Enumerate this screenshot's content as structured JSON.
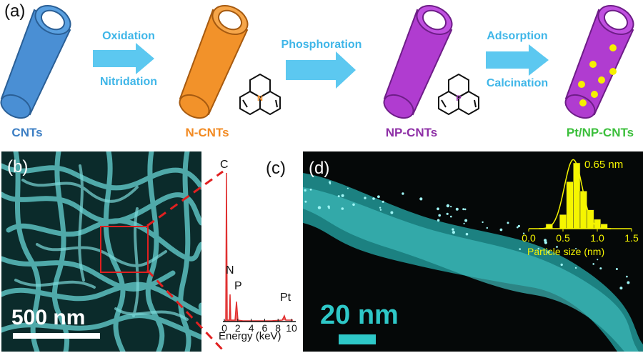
{
  "panel_a": {
    "label": "(a)",
    "stages": [
      {
        "label": "CNTs",
        "color": "#3d7fc4"
      },
      {
        "label": "N-CNTs",
        "color": "#f28a22"
      },
      {
        "label": "NP-CNTs",
        "color": "#8e2fa6"
      },
      {
        "label": "Pt/NP-CNTs",
        "color": "#3bbf3b"
      }
    ],
    "steps": [
      {
        "top": "Oxidation",
        "bottom": "Nitridation"
      },
      {
        "top": "Phosphoration",
        "bottom": ""
      },
      {
        "top": "Adsorption",
        "bottom": "Calcination"
      }
    ],
    "heteroatoms": [
      "N",
      "P"
    ]
  },
  "panel_b": {
    "label": "(b)",
    "scale": "500 nm"
  },
  "panel_c": {
    "label": "(c)",
    "peaks": [
      "C",
      "N",
      "P",
      "Pt"
    ],
    "xlabel": "Energy (keV)",
    "xticks": [
      "0",
      "2",
      "4",
      "6",
      "8",
      "10"
    ]
  },
  "panel_d": {
    "label": "(d)",
    "scale": "20 nm"
  },
  "chart_data": {
    "type": "bar",
    "xlabel": "Particle size (nm)",
    "xlim": [
      0.0,
      1.5
    ],
    "xticks": [
      "0.0",
      "0.5",
      "1.0",
      "1.5"
    ],
    "categories": [
      0.3,
      0.5,
      0.6,
      0.7,
      0.8,
      0.9,
      1.0,
      1.1
    ],
    "values": [
      1,
      3,
      10,
      14,
      8,
      4,
      2,
      1
    ],
    "annotation": "0.65 nm",
    "fit_center": 0.65,
    "color": "#f5f500"
  }
}
